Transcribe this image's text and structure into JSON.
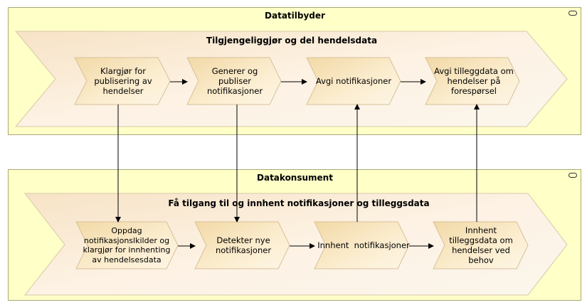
{
  "lanes": {
    "provider": {
      "title": "Datatilbyder",
      "group": "Tilgjengeliggjør og del hendelsdata",
      "steps": [
        "Klargjør for publisering av hendelser",
        "Generer og publiser notifikasjoner",
        "Avgi notifikasjoner",
        "Avgi tilleggdata om hendelser på forespørsel"
      ]
    },
    "consumer": {
      "title": "Datakonsument",
      "group": "Få tilgang til og innhent notifikasjoner og tilleggsdata",
      "steps": [
        "Oppdag notifikasjonslkilder og klargjør for innhenting av hendelsesdata",
        "Detekter nye notifikasjoner",
        "Innhent  notifikasjoner",
        "Innhent tilleggsdata om hendelser ved behov"
      ]
    }
  },
  "colors": {
    "lane_fill": "#ffffc8",
    "lane_border": "#a8a878",
    "group_fill": "#fdf1e2",
    "step_fill": "#f6e6c0",
    "arrow": "#000000"
  },
  "icons": {
    "lane_icon": "business-role-icon"
  }
}
